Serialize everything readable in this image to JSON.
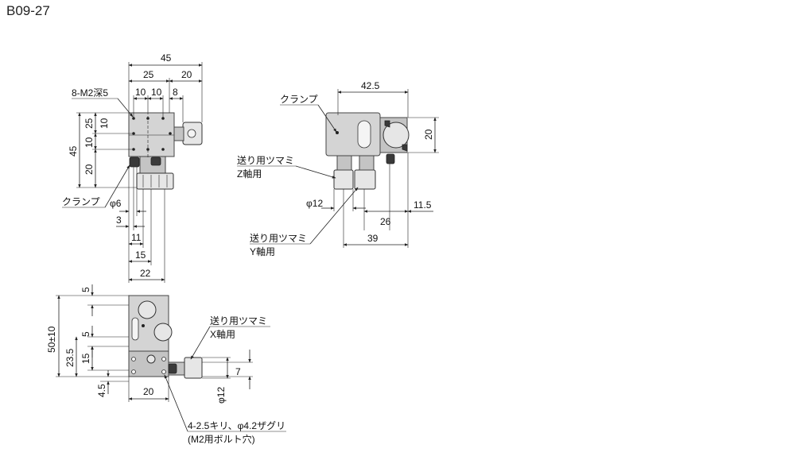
{
  "title": "B09-27",
  "colors": {
    "body": "#d4d4d4",
    "line": "#222222",
    "dark": "#3a3a3a"
  },
  "front_view": {
    "dims": {
      "total_width": "45",
      "left_part": "25",
      "right_part": "20",
      "hole_pitch_a": "10",
      "hole_pitch_b": "10",
      "offset_8": "8",
      "height_total": "45",
      "height_upper": "25",
      "height_pitch_a": "10",
      "height_pitch_b": "10",
      "height_lower": "20",
      "dia_6": "φ6",
      "dim_3": "3",
      "dim_11": "11",
      "dim_15": "15",
      "dim_22": "22"
    },
    "labels": {
      "thread": "8-M2深5",
      "clamp": "クランプ"
    }
  },
  "side_view": {
    "dims": {
      "width": "42.5",
      "height": "20",
      "dia_12": "φ12",
      "dim_26": "26",
      "dim_11_5": "11.5",
      "dim_39": "39"
    },
    "labels": {
      "clamp": "クランプ",
      "z_knob_line1": "送り用ツマミ",
      "z_knob_line2": "Z軸用",
      "y_knob_line1": "送り用ツマミ",
      "y_knob_line2": "Y軸用"
    }
  },
  "top_view": {
    "dims": {
      "top_5": "5",
      "travel": "50±10",
      "mid_5": "5",
      "dim_23_5": "23.5",
      "dim_15": "15",
      "dim_4_5": "4.5",
      "width_20": "20",
      "right_7": "7",
      "dia_12": "φ12"
    },
    "labels": {
      "x_knob_line1": "送り用ツマミ",
      "x_knob_line2": "X軸用",
      "holes_line1": "4-2.5キリ、φ4.2ザグリ",
      "holes_line2": "(M2用ボルト穴)"
    }
  }
}
